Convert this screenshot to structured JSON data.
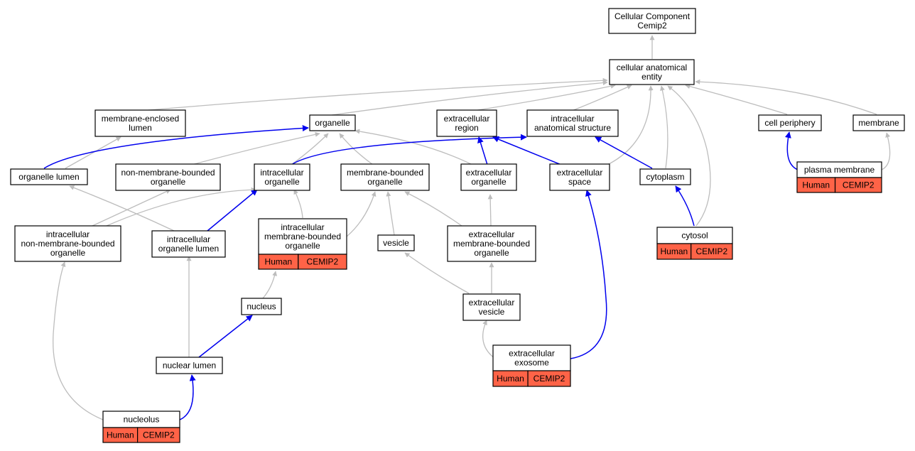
{
  "graph": {
    "colors": {
      "is_a": "#bdbdbd",
      "part_of": "#0000ee",
      "annotation": "#ff6347"
    },
    "nodes": {
      "root": {
        "lines": [
          "Cellular Component",
          "Cemip2"
        ]
      },
      "cae": {
        "lines": [
          "cellular anatomical",
          "entity"
        ]
      },
      "mel": {
        "lines": [
          "membrane-enclosed",
          "lumen"
        ]
      },
      "org": {
        "lines": [
          "organelle"
        ]
      },
      "exr": {
        "lines": [
          "extracellular",
          "region"
        ]
      },
      "ias": {
        "lines": [
          "intracellular",
          "anatomical structure"
        ]
      },
      "cper": {
        "lines": [
          "cell periphery"
        ]
      },
      "mem": {
        "lines": [
          "membrane"
        ]
      },
      "orgl": {
        "lines": [
          "organelle lumen"
        ]
      },
      "nmbo": {
        "lines": [
          "non-membrane-bounded",
          "organelle"
        ]
      },
      "io": {
        "lines": [
          "intracellular",
          "organelle"
        ]
      },
      "mbo": {
        "lines": [
          "membrane-bounded",
          "organelle"
        ]
      },
      "exo": {
        "lines": [
          "extracellular",
          "organelle"
        ]
      },
      "exs": {
        "lines": [
          "extracellular",
          "space"
        ]
      },
      "cyto": {
        "lines": [
          "cytoplasm"
        ]
      },
      "pm": {
        "lines": [
          "plasma membrane"
        ],
        "annotation": [
          "Human",
          "CEMIP2"
        ]
      },
      "inmbo": {
        "lines": [
          "intracellular",
          "non-membrane-bounded",
          "organelle"
        ]
      },
      "iol": {
        "lines": [
          "intracellular",
          "organelle lumen"
        ]
      },
      "imbo": {
        "lines": [
          "intracellular",
          "membrane-bounded",
          "organelle"
        ],
        "annotation": [
          "Human",
          "CEMIP2"
        ]
      },
      "ves": {
        "lines": [
          "vesicle"
        ]
      },
      "exmbo": {
        "lines": [
          "extracellular",
          "membrane-bounded",
          "organelle"
        ]
      },
      "cytosol": {
        "lines": [
          "cytosol"
        ],
        "annotation": [
          "Human",
          "CEMIP2"
        ]
      },
      "nuc": {
        "lines": [
          "nucleus"
        ]
      },
      "exv": {
        "lines": [
          "extracellular",
          "vesicle"
        ]
      },
      "nl": {
        "lines": [
          "nuclear lumen"
        ]
      },
      "exex": {
        "lines": [
          "extracellular",
          "exosome"
        ],
        "annotation": [
          "Human",
          "CEMIP2"
        ]
      },
      "nucl": {
        "lines": [
          "nucleolus"
        ],
        "annotation": [
          "Human",
          "CEMIP2"
        ]
      }
    }
  }
}
